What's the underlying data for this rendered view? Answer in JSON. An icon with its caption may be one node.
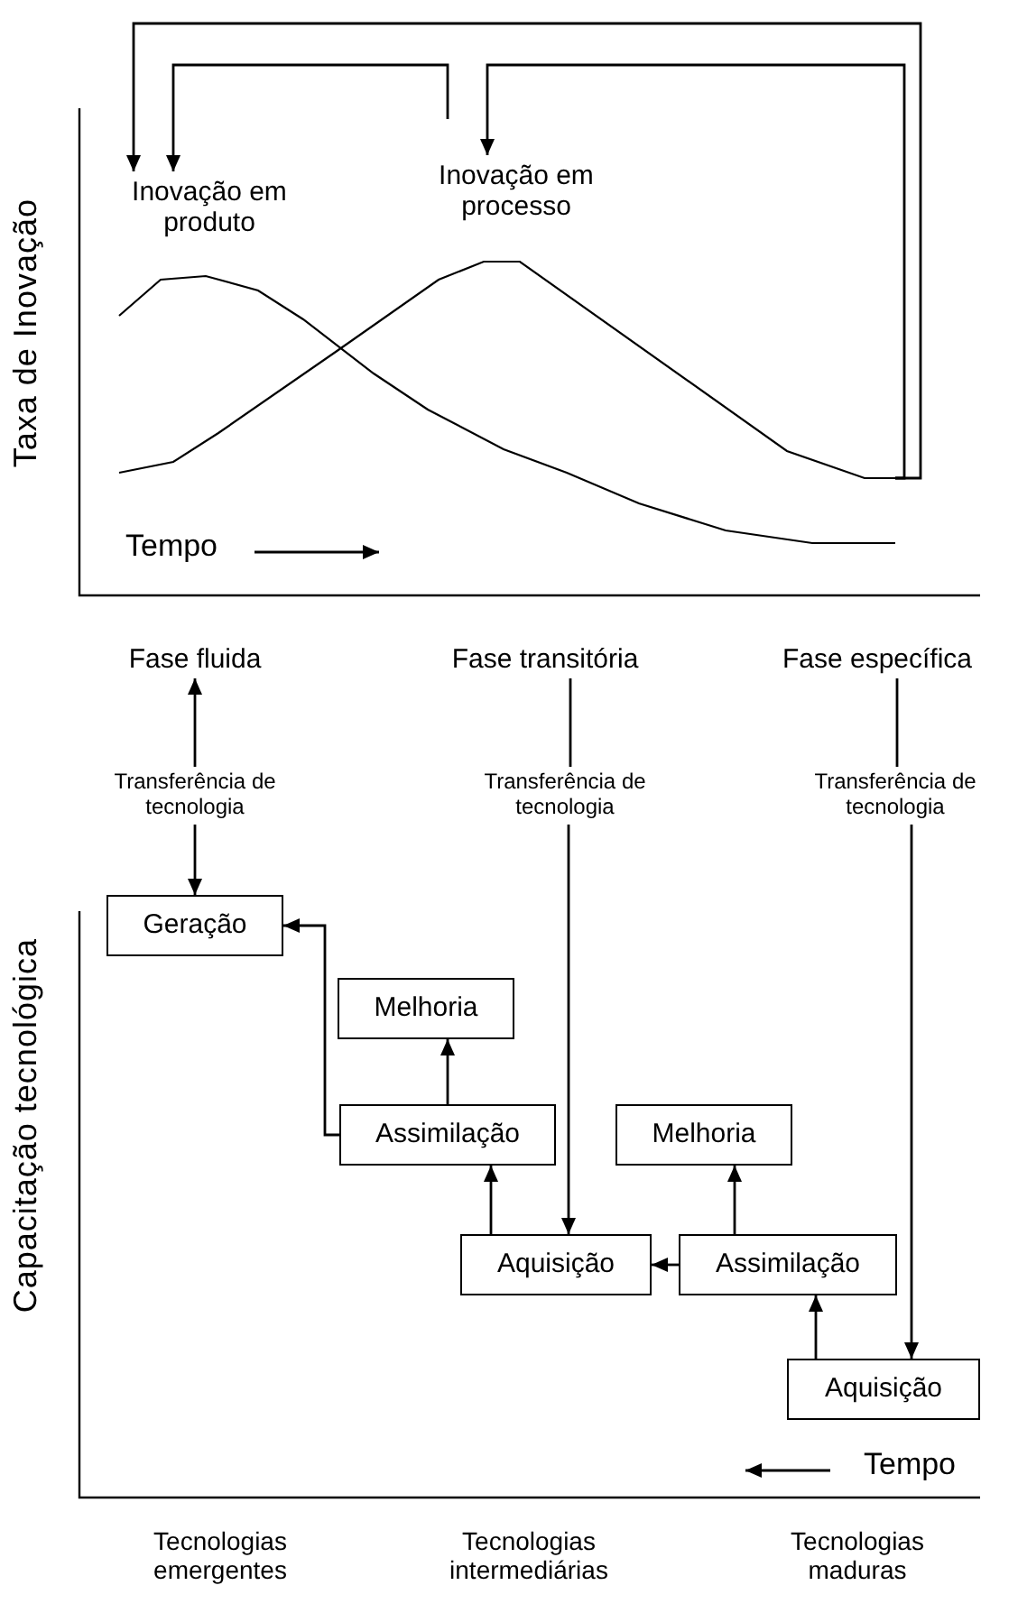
{
  "diagram": {
    "nodes": [
      {
        "text": [
          "Fase fluida"
        ]
      },
      {
        "text": [
          "Fase transitória"
        ]
      },
      {
        "text": [
          "Fase específica"
        ]
      },
      {
        "text": [
          "Transferência de tecnologia"
        ]
      },
      {
        "text": [
          "Transferência de tecnologia"
        ]
      },
      {
        "text": [
          "Transferência de tecnologia"
        ]
      },
      {
        "text": [
          "Geração"
        ]
      },
      {
        "text": [
          "Melhoria"
        ]
      },
      {
        "text": [
          "Assimilação"
        ]
      },
      {
        "text": [
          "Melhoria"
        ]
      },
      {
        "text": [
          "Aquisição"
        ]
      },
      {
        "text": [
          "Assimilação"
        ]
      },
      {
        "text": [
          "Aquisição"
        ]
      },
      {
        "text": [
          "Inovação em produto"
        ]
      },
      {
        "text": [
          "Inovação em processo"
        ]
      },
      {
        "text": [],
        "shape": "curve"
      },
      {
        "text": [],
        "shape": "curve"
      }
    ],
    "edges": [
      {
        "from": 3,
        "to": 0,
        "arrow": "to"
      },
      {
        "from": 3,
        "to": 6,
        "arrow": "to"
      },
      {
        "from": 1,
        "to": 4,
        "arrow": "none"
      },
      {
        "from": 2,
        "to": 5,
        "arrow": "none"
      },
      {
        "from": 4,
        "to": 10,
        "arrow": "to"
      },
      {
        "from": 5,
        "to": 12,
        "arrow": "to"
      },
      {
        "from": 8,
        "to": 6,
        "arrow": "to"
      },
      {
        "from": 8,
        "to": 7,
        "arrow": "to"
      },
      {
        "from": 10,
        "to": 8,
        "arrow": "to"
      },
      {
        "from": 11,
        "to": 10,
        "arrow": "to"
      },
      {
        "from": 11,
        "to": 9,
        "arrow": "to"
      },
      {
        "from": 12,
        "to": 11,
        "arrow": "to"
      },
      {
        "from": 16,
        "to": 13,
        "arrow": "to"
      },
      {
        "from": null,
        "to": 13,
        "arrow": "to"
      },
      {
        "from": 16,
        "to": 14,
        "arrow": "to"
      }
    ],
    "labels": [
      "Taxa de Inovação",
      "Tempo",
      "Capacitação tecnológica",
      "Tempo",
      "Tecnologias emergentes",
      "Tecnologias intermediárias",
      "Tecnologias maduras"
    ]
  }
}
